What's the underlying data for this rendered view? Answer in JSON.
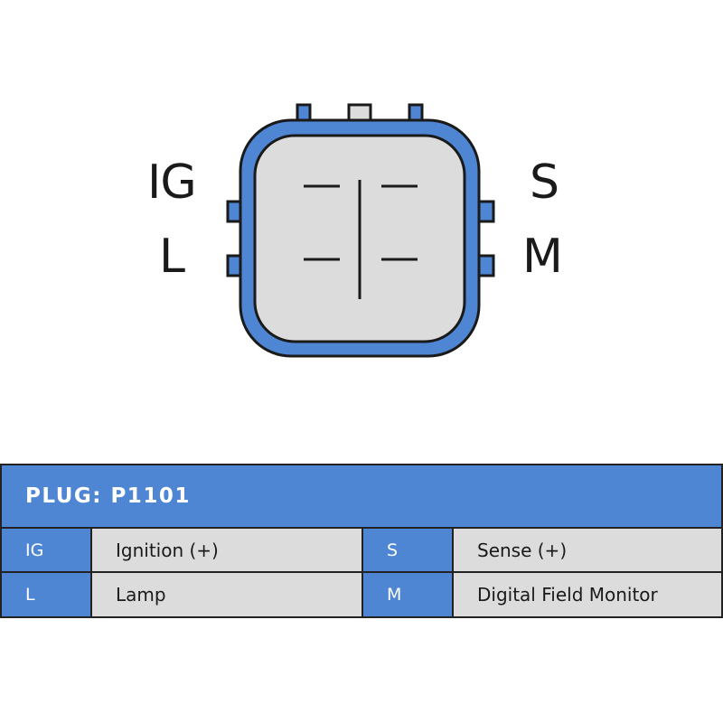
{
  "connector": {
    "pin_labels": {
      "top_left": "IG",
      "bottom_left": "L",
      "top_right": "S",
      "bottom_right": "M"
    },
    "colors": {
      "housing_blue": "#4f86d4",
      "housing_outline": "#1a1a1a",
      "face_gray": "#dcdcdc",
      "pin_marks": "#1a1a1a"
    }
  },
  "plug_table": {
    "title": "PLUG: P1101",
    "rows": [
      {
        "left_code": "IG",
        "left_desc": "Ignition (+)",
        "right_code": "S",
        "right_desc": "Sense (+)"
      },
      {
        "left_code": "L",
        "left_desc": "Lamp",
        "right_code": "M",
        "right_desc": "Digital Field Monitor"
      }
    ],
    "colors": {
      "header_bg": "#4f86d4",
      "code_bg": "#4f86d4",
      "desc_bg": "#dcdcdc",
      "grid": "#222222"
    }
  }
}
